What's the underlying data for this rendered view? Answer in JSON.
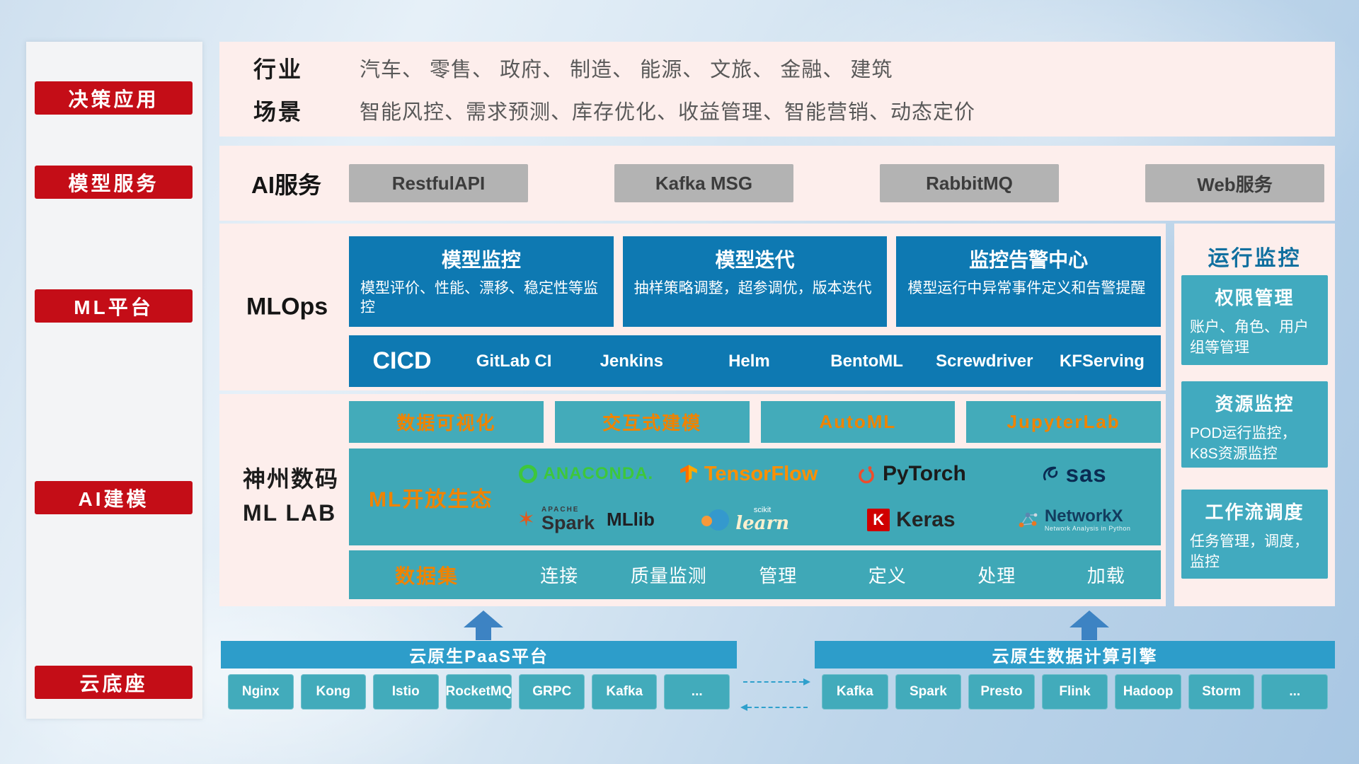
{
  "sidebar": {
    "items": [
      {
        "label": "决策应用"
      },
      {
        "label": "模型服务"
      },
      {
        "label": "ML平台"
      },
      {
        "label": "AI建模"
      },
      {
        "label": "云底座"
      }
    ]
  },
  "industry": {
    "rows": [
      {
        "label": "行业",
        "text": "汽车、 零售、 政府、 制造、 能源、 文旅、 金融、 建筑"
      },
      {
        "label": "场景",
        "text": "智能风控、需求预测、库存优化、收益管理、智能营销、动态定价"
      }
    ]
  },
  "ai_service": {
    "label": "AI服务",
    "buttons": [
      "RestfulAPI",
      "Kafka MSG",
      "RabbitMQ",
      "Web服务"
    ]
  },
  "mlops": {
    "label": "MLOps",
    "cards": [
      {
        "title": "模型监控",
        "desc": "模型评价、性能、漂移、稳定性等监控"
      },
      {
        "title": "模型迭代",
        "desc": "抽样策略调整，超参调优，版本迭代"
      },
      {
        "title": "监控告警中心",
        "desc": "模型运行中异常事件定义和告警提醒"
      }
    ],
    "cicd_label": "CICD",
    "cicd_tools": [
      "GitLab CI",
      "Jenkins",
      "Helm",
      "BentoML",
      "Screwdriver",
      "KFServing"
    ]
  },
  "monitor": {
    "title": "运行监控",
    "cards": [
      {
        "title": "权限管理",
        "desc": "账户、角色、用户组等管理"
      },
      {
        "title": "资源监控",
        "desc": "POD运行监控，K8S资源监控"
      },
      {
        "title": "工作流调度",
        "desc": "任务管理，调度，监控"
      }
    ]
  },
  "mllab": {
    "label_line1": "神州数码",
    "label_line2": "ML LAB",
    "features": [
      "数据可视化",
      "交互式建模",
      "AutoML",
      "JupyterLab"
    ],
    "ecosystem_label": "ML开放生态",
    "logos": {
      "anaconda": "ANACONDA.",
      "tensorflow": "TensorFlow",
      "pytorch": "PyTorch",
      "sas": "sas",
      "spark_small": "APACHE",
      "spark": "Spark",
      "mllib": "MLlib",
      "sklearn_small": "scikit",
      "sklearn": "learn",
      "keras_badge": "K",
      "keras": "Keras",
      "networkx": "NetworkX",
      "networkx_sub": "Network Analysis in Python"
    },
    "dataset_label": "数据集",
    "dataset_items": [
      "连接",
      "质量监测",
      "管理",
      "定义",
      "处理",
      "加载"
    ]
  },
  "paas": {
    "title": "云原生PaaS平台",
    "buttons": [
      "Nginx",
      "Kong",
      "Istio",
      "RocketMQ",
      "GRPC",
      "Kafka",
      "..."
    ]
  },
  "engine": {
    "title": "云原生数据计算引擎",
    "buttons": [
      "Kafka",
      "Spark",
      "Presto",
      "Flink",
      "Hadoop",
      "Storm",
      "..."
    ]
  },
  "colors": {
    "accent_red": "#c40d17",
    "teal": "#41abbb",
    "dark_blue": "#0e79b2",
    "orange": "#f08300",
    "header_blue": "#2d9dca",
    "pink_panel": "#fdeeec"
  }
}
